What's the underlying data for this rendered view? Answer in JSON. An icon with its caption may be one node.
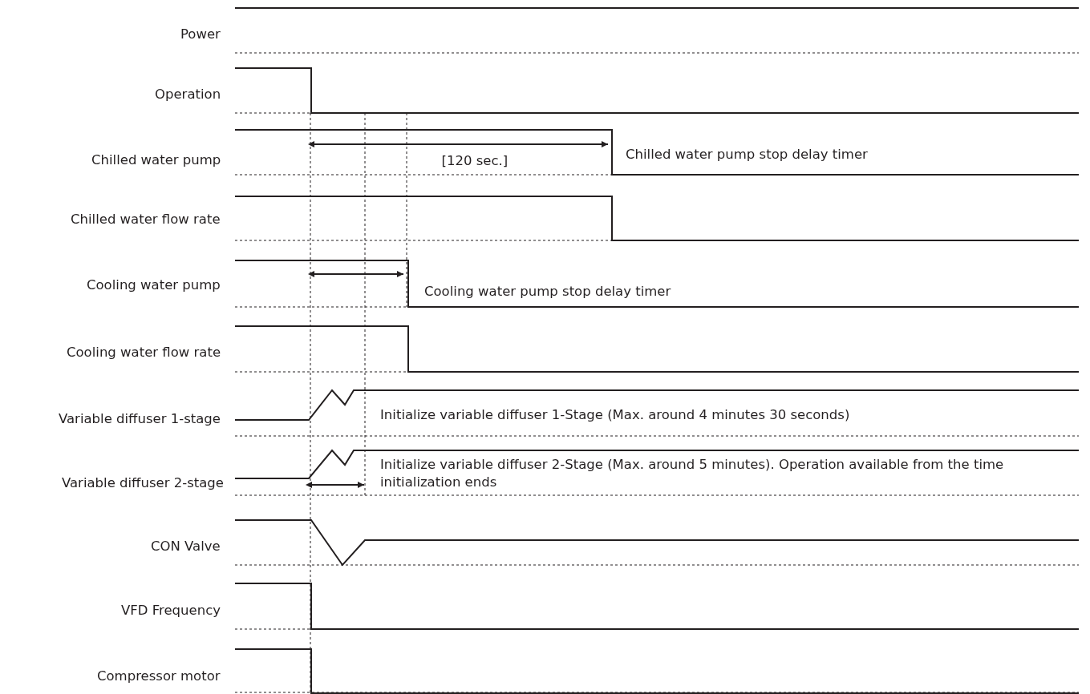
{
  "diagram": {
    "labels": [
      "Power",
      "Operation",
      "[120 sec.]",
      "Chilled water pump stop delay timer",
      "Chilled water pump",
      "Chilled water flow rate",
      "Cooling water pump",
      "Cooling water pump stop delay timer",
      "Cooling water flow rate",
      "Variable diffuser 1-stage",
      "Initialize variable diffuser 1-Stage (Max. around 4 minutes 30 seconds)",
      "Variable diffuser 2-stage",
      "Initialize variable diffuser 2-Stage (Max. around 5 minutes). Operation available from the time initialization ends",
      "CON Valve",
      "VFD Frequency",
      "Compressor motor"
    ]
  }
}
